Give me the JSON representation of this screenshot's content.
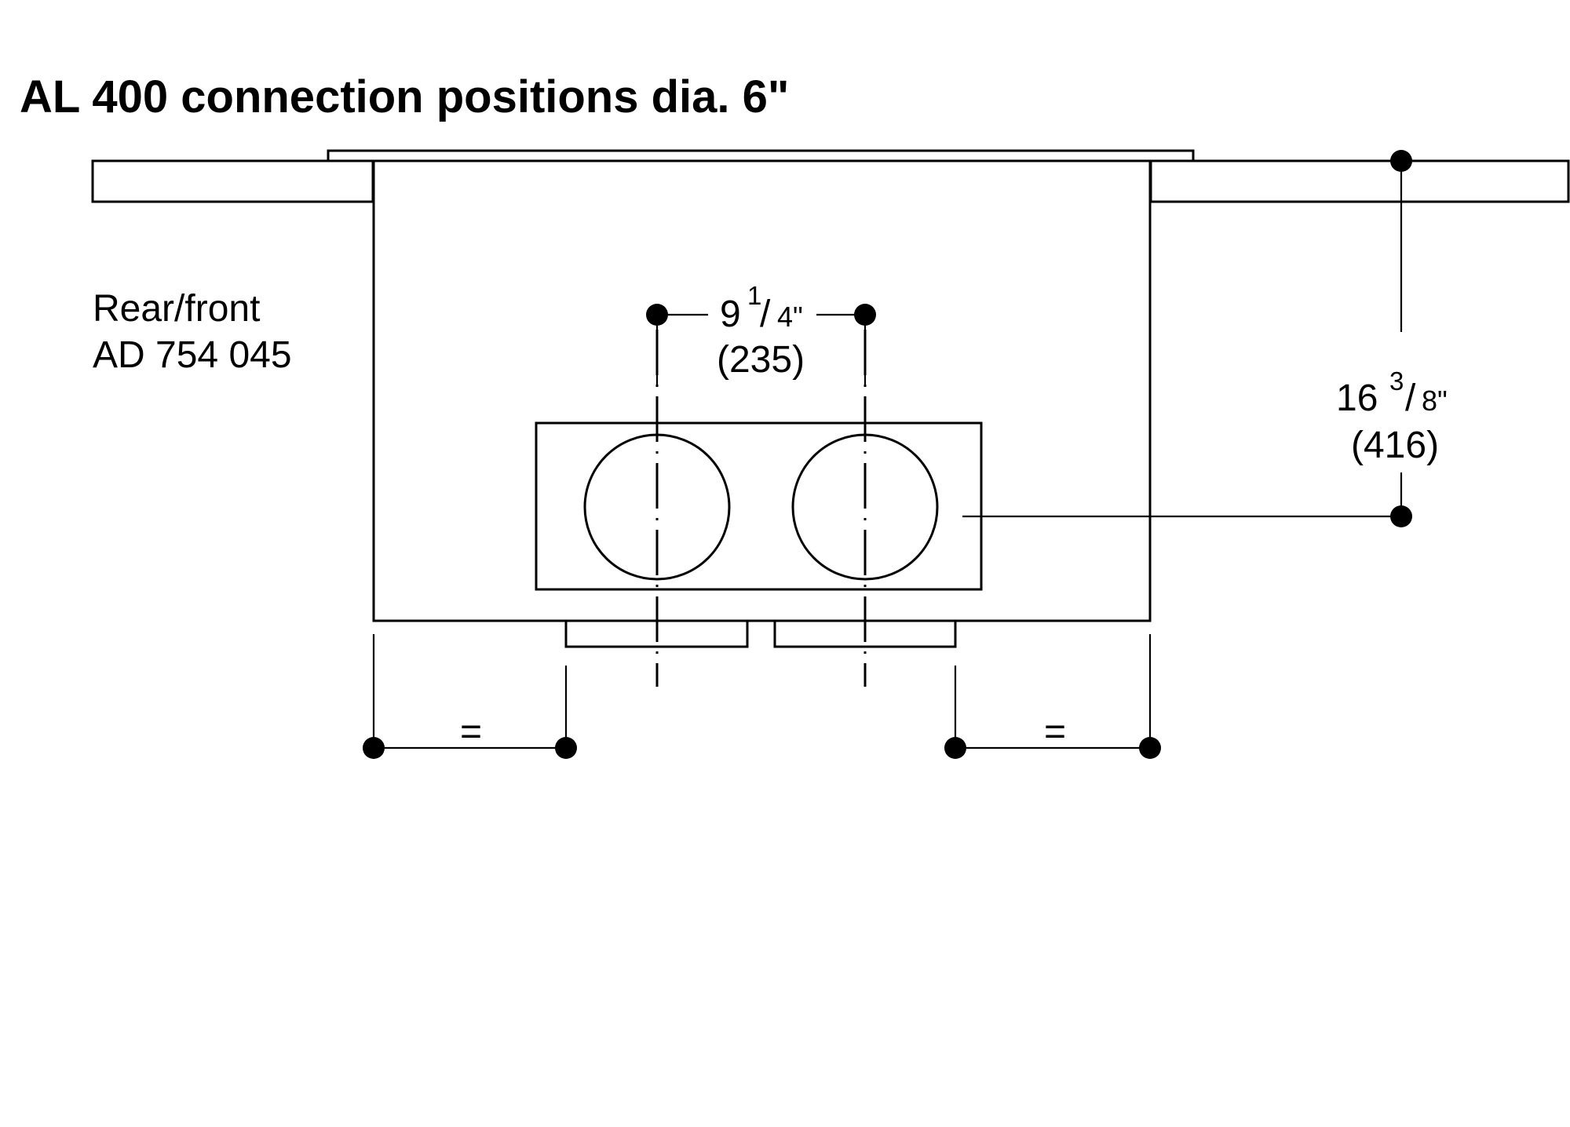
{
  "title": "AL 400 connection positions dia. 6\"",
  "side_label": {
    "line1": "Rear/front",
    "line2": "AD 754 045"
  },
  "dim_spacing": {
    "whole": "9",
    "num": "1",
    "den": "4\"",
    "metric": "(235)"
  },
  "dim_height": {
    "whole": "16",
    "num": "3",
    "den": "8\"",
    "metric": "(416)"
  },
  "dim_equal_left": "=",
  "dim_equal_right": "="
}
